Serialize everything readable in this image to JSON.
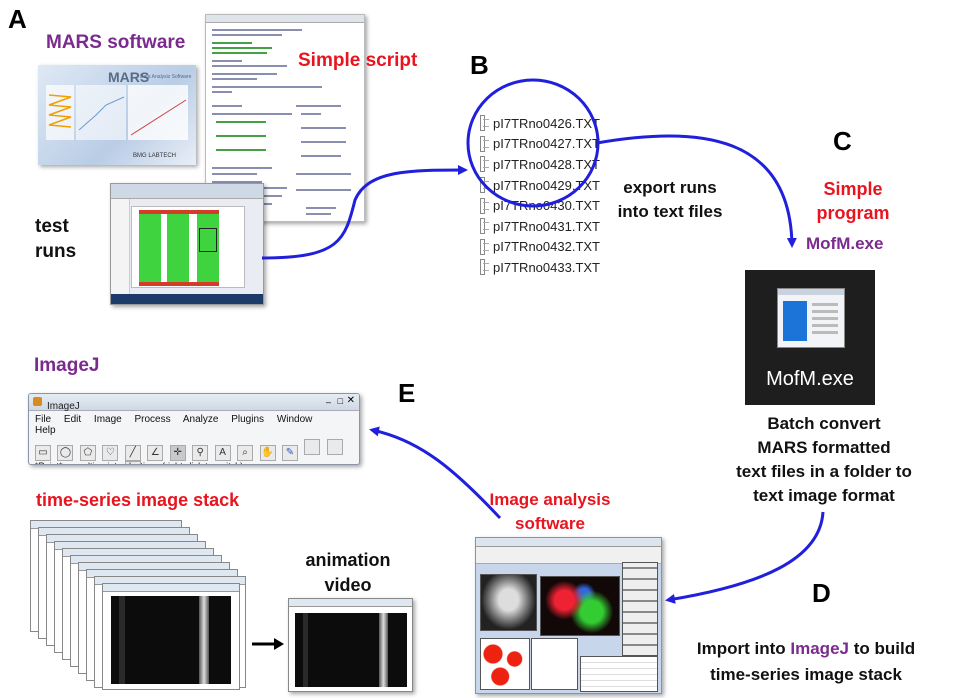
{
  "panels": {
    "a": "A",
    "b": "B",
    "c": "C",
    "d": "D",
    "e": "E"
  },
  "labels": {
    "mars_software": "MARS software",
    "simple_script": "Simple script",
    "test_runs_line1": "test",
    "test_runs_line2": "runs",
    "export_line1": "export runs",
    "export_line2": "into text files",
    "simple_program_line1": "Simple",
    "simple_program_line2": "program",
    "mofm_exe": "MofM.exe",
    "batch_line1": "Batch convert",
    "batch_line2": "MARS formatted",
    "batch_line3": "text files in a folder to",
    "batch_line4": "text image format",
    "import_prefix": "Import into ",
    "import_imagej": "ImageJ",
    "import_suffix": " to build",
    "import_line2": "time-series image stack",
    "image_analysis_line1": "Image analysis",
    "image_analysis_line2": "software",
    "imagej_title": "ImageJ",
    "timeseries": "time-series image stack",
    "animation_line1": "animation",
    "animation_line2": "video"
  },
  "mars_splash": {
    "brand": "MARS",
    "subtitle": "Data Analysis Software",
    "vendor": "BMG LABTECH"
  },
  "files": [
    "pI7TRno0426.TXT",
    "pI7TRno0427.TXT",
    "pI7TRno0428.TXT",
    "pI7TRno0429.TXT",
    "pI7TRno0430.TXT",
    "pI7TRno0431.TXT",
    "pI7TRno0432.TXT",
    "pI7TRno0433.TXT"
  ],
  "mofm_icon_label": "MofM.exe",
  "imagej_window": {
    "title": "ImageJ",
    "menu": [
      "File",
      "Edit",
      "Image",
      "Process",
      "Analyze",
      "Plugins",
      "Window",
      "Help"
    ],
    "status": "*Point* or multi-point selections (right click to switch)",
    "more": "»"
  },
  "colors": {
    "red": "#e8141e",
    "purple": "#7b2a8e",
    "arrow_blue": "#1f1fdc"
  }
}
